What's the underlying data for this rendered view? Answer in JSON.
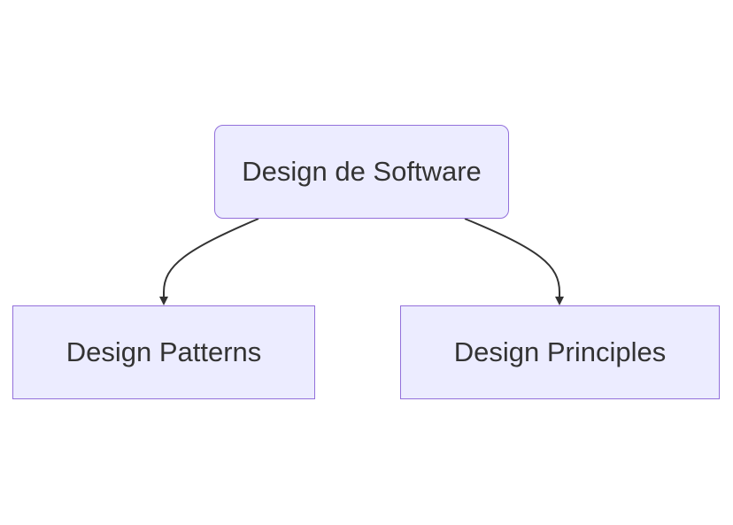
{
  "diagram": {
    "type": "flowchart",
    "direction": "top-down",
    "colors": {
      "node_fill": "#ececff",
      "node_border": "#9370db",
      "text": "#333333",
      "edge": "#333333"
    },
    "nodes": {
      "root": {
        "label": "Design de Software",
        "shape": "rounded-rectangle"
      },
      "left": {
        "label": "Design Patterns",
        "shape": "rectangle"
      },
      "right": {
        "label": "Design Principles",
        "shape": "rectangle"
      }
    },
    "edges": [
      {
        "from": "root",
        "to": "left",
        "arrow": "filled-triangle"
      },
      {
        "from": "root",
        "to": "right",
        "arrow": "filled-triangle"
      }
    ]
  }
}
